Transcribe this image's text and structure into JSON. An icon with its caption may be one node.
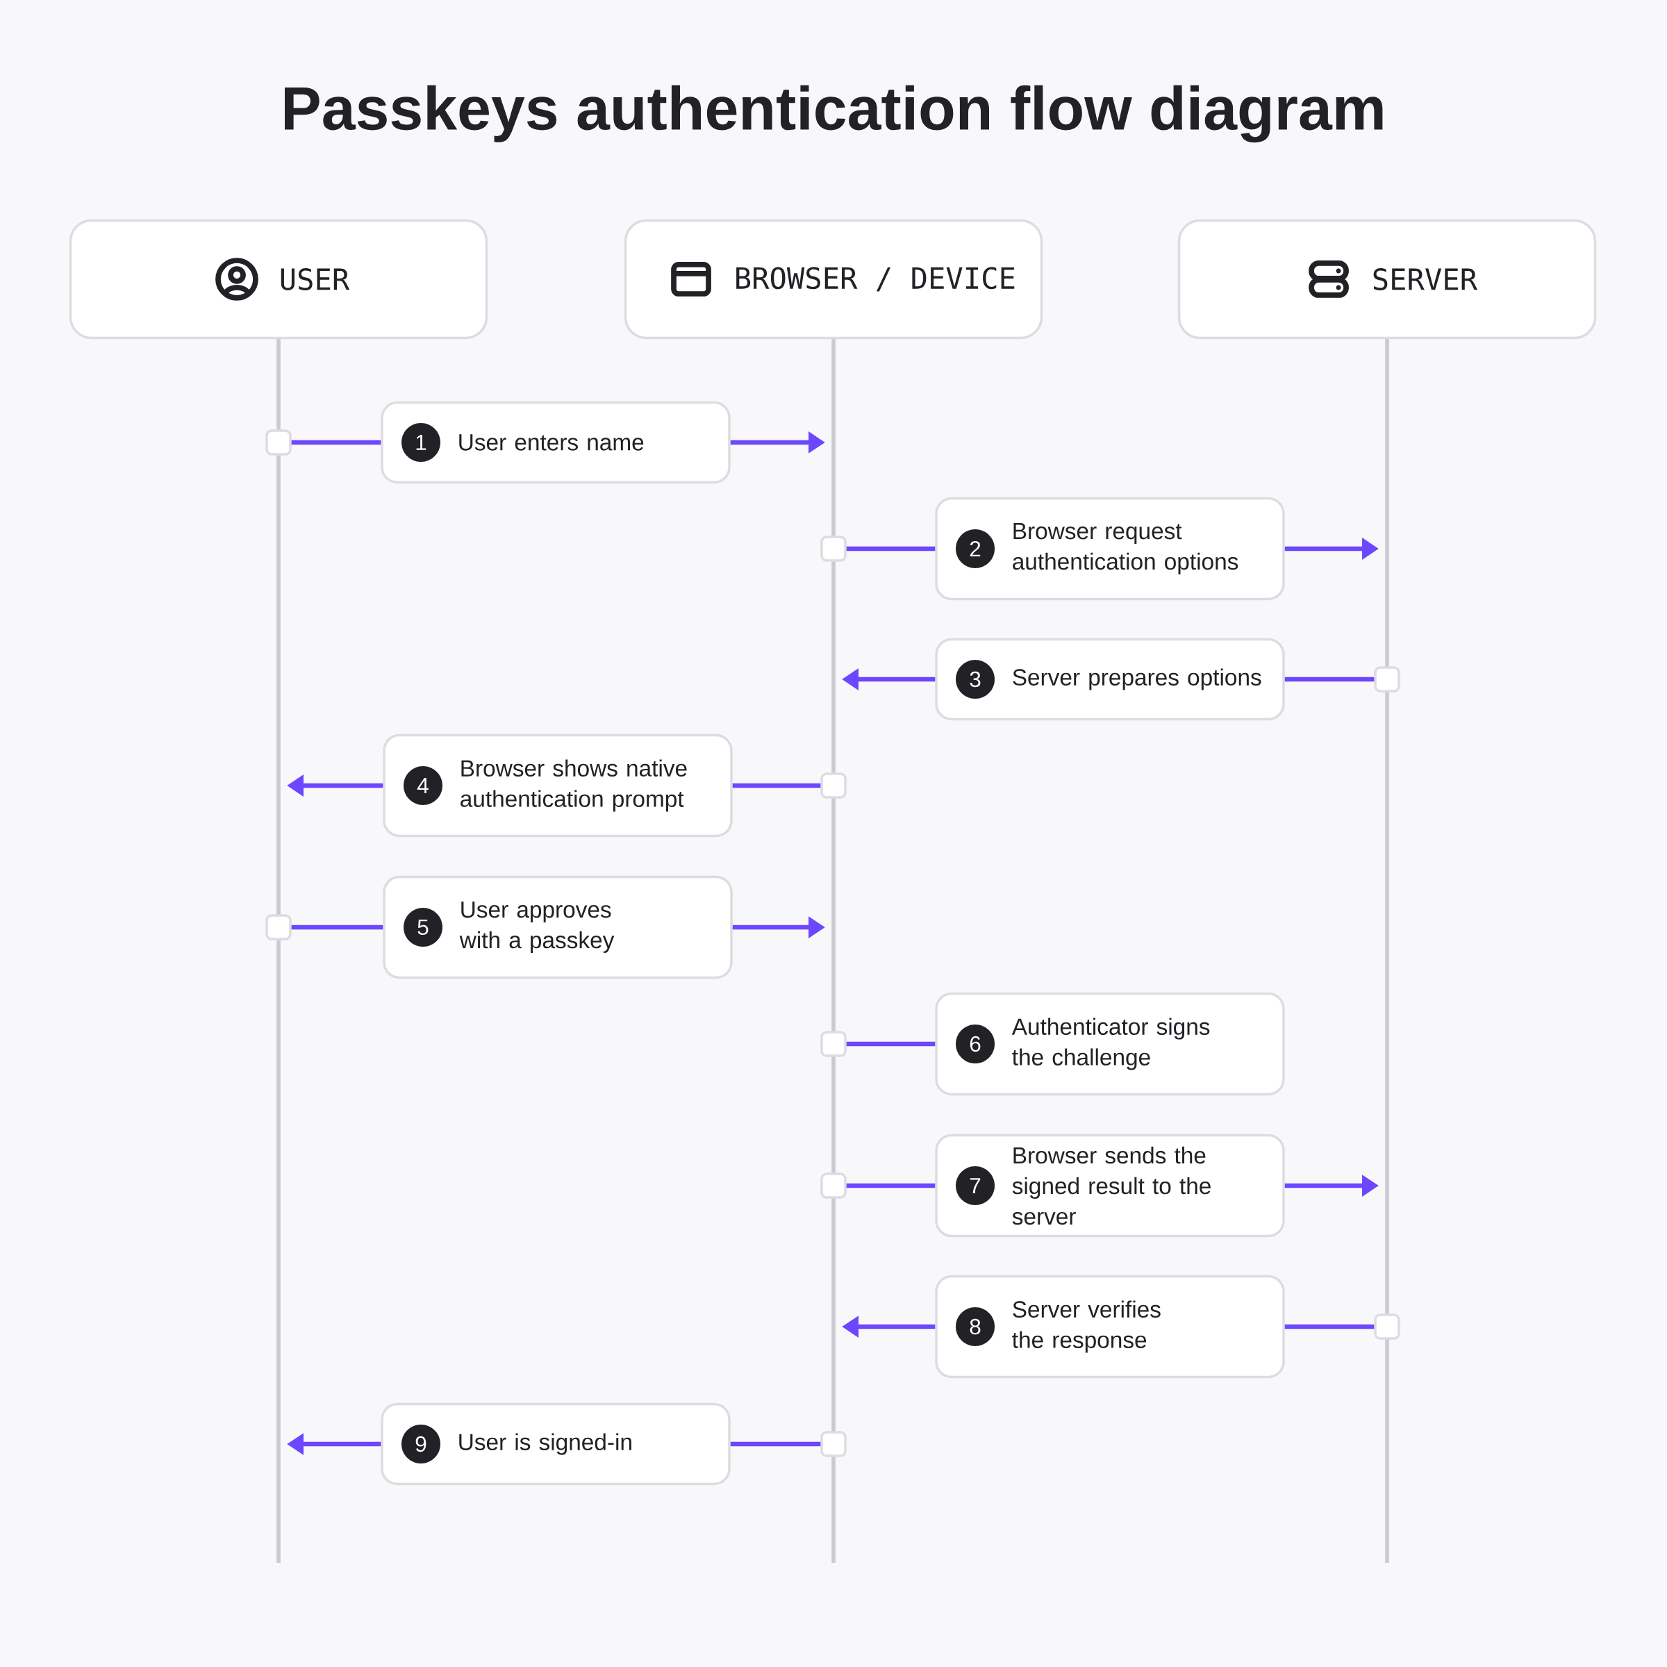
{
  "diagram": {
    "title": "Passkeys authentication flow diagram",
    "nodes": [
      {
        "text": [
          "USER"
        ]
      },
      {
        "text": [
          "BROWSER / DEVICE"
        ]
      },
      {
        "text": [
          "SERVER"
        ]
      },
      {
        "text": [],
        "shape": "bar"
      },
      {
        "text": [],
        "shape": "bar"
      },
      {
        "text": [],
        "shape": "bar"
      },
      {
        "text": [
          "1",
          "User enters name"
        ]
      },
      {
        "text": [
          "2",
          "Browser request authentication options"
        ]
      },
      {
        "text": [
          "3",
          "Server prepares options"
        ]
      },
      {
        "text": [
          "4",
          "Browser shows native authentication prompt"
        ]
      },
      {
        "text": [
          "5",
          "User approves with a passkey"
        ]
      },
      {
        "text": [
          "6",
          "Authenticator signs the challenge"
        ]
      },
      {
        "text": [
          "7",
          "Browser sends the signed result to the server"
        ]
      },
      {
        "text": [
          "8",
          "Server verifies the response"
        ]
      },
      {
        "text": [
          "9",
          "User is signed-in"
        ]
      }
    ],
    "edges": [
      {
        "from": 3,
        "to": 6,
        "arrow": "none"
      },
      {
        "from": 6,
        "to": 4,
        "arrow": "to"
      },
      {
        "from": 4,
        "to": 7,
        "arrow": "none"
      },
      {
        "from": 7,
        "to": 5,
        "arrow": "to"
      },
      {
        "from": 5,
        "to": 8,
        "arrow": "none"
      },
      {
        "from": 8,
        "to": 4,
        "arrow": "to"
      },
      {
        "from": 4,
        "to": 9,
        "arrow": "none"
      },
      {
        "from": 9,
        "to": 3,
        "arrow": "to"
      },
      {
        "from": 3,
        "to": 10,
        "arrow": "none"
      },
      {
        "from": 10,
        "to": 4,
        "arrow": "to"
      },
      {
        "from": 4,
        "to": 11,
        "arrow": "none"
      },
      {
        "from": 4,
        "to": 12,
        "arrow": "none"
      },
      {
        "from": 12,
        "to": 5,
        "arrow": "to"
      },
      {
        "from": 5,
        "to": 13,
        "arrow": "none"
      },
      {
        "from": 13,
        "to": 4,
        "arrow": "to"
      },
      {
        "from": 4,
        "to": 14,
        "arrow": "none"
      },
      {
        "from": 14,
        "to": 3,
        "arrow": "to"
      }
    ]
  }
}
